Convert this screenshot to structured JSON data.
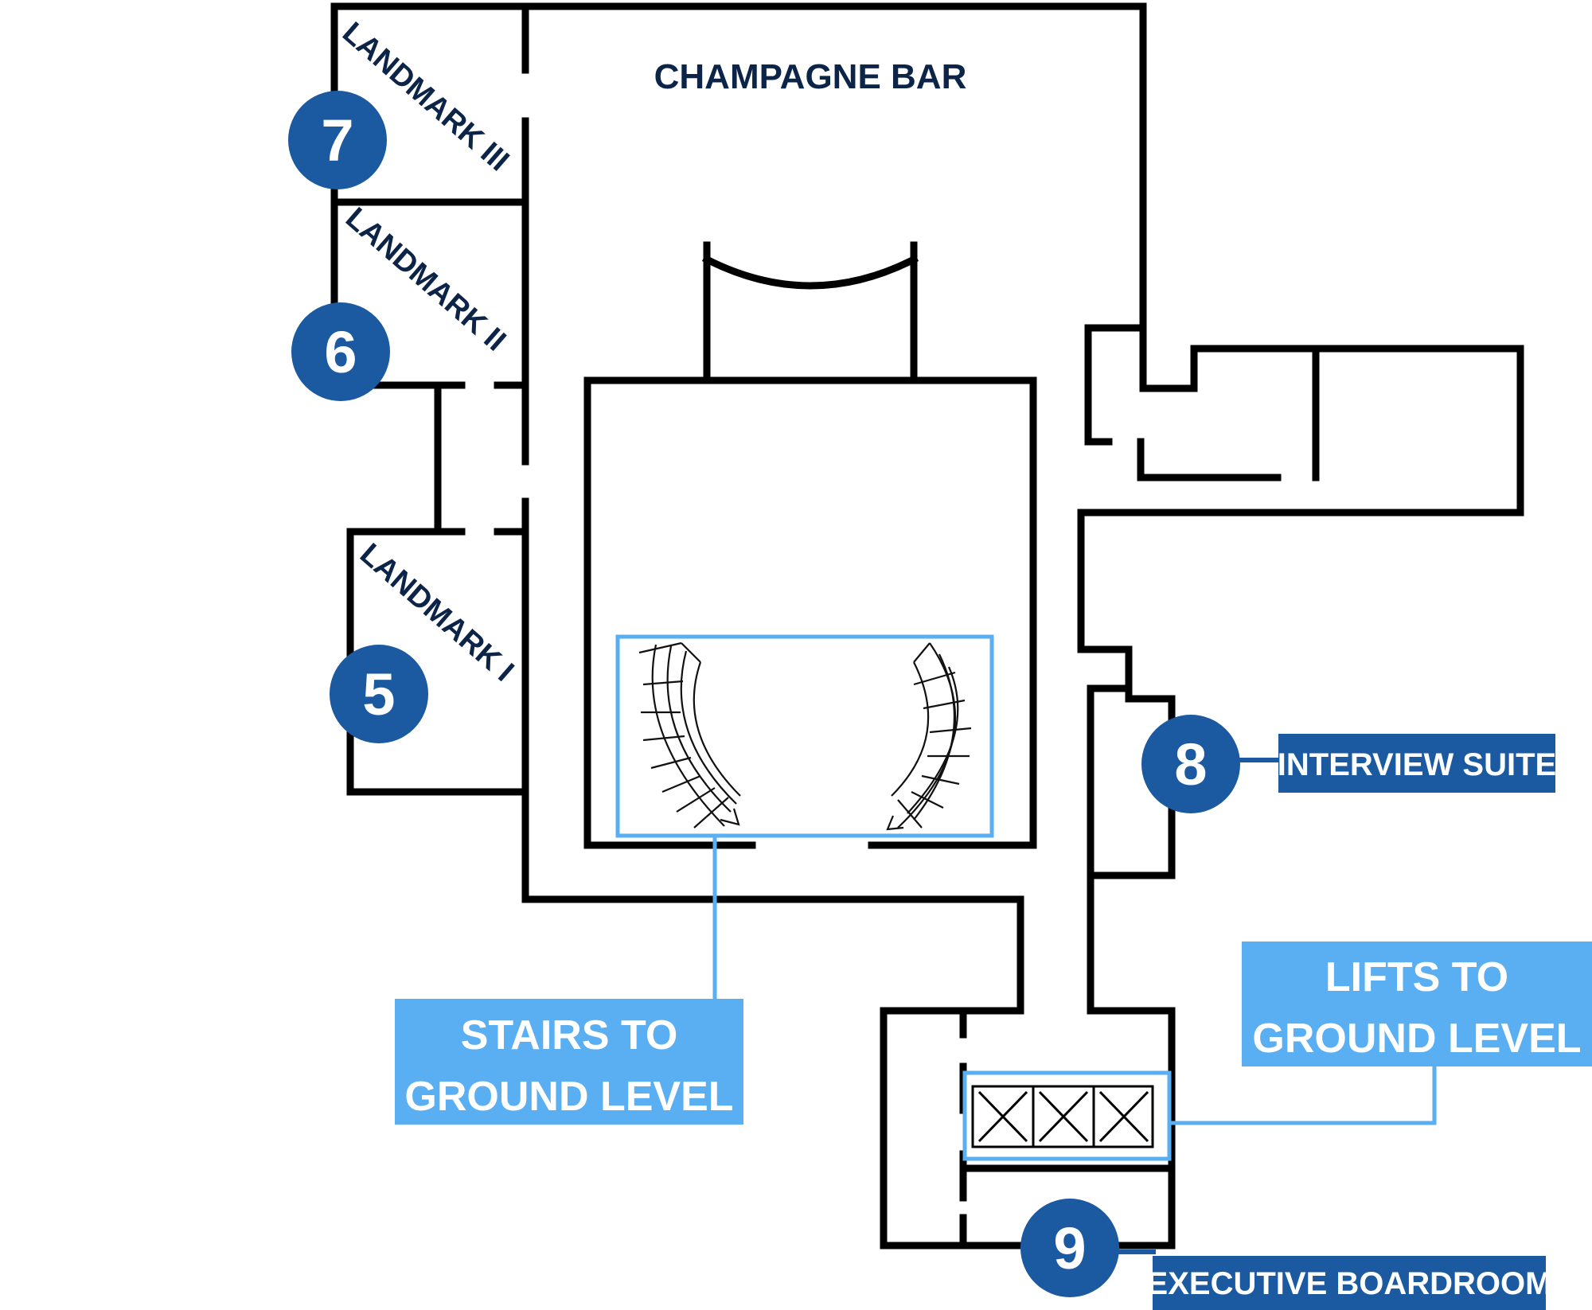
{
  "colors": {
    "wall": "#000000",
    "room_label": "#0c2447",
    "badge": "#1b5aa0",
    "callout_dark": "#1b5aa0",
    "callout_light": "#5aaef2",
    "callout_text": "#ffffff"
  },
  "rooms": {
    "champagne_bar": "CHAMPAGNE BAR",
    "landmark_3": "LANDMARK III",
    "landmark_2": "LANDMARK II",
    "landmark_1": "LANDMARK I"
  },
  "badges": {
    "landmark_3": "7",
    "landmark_2": "6",
    "landmark_1": "5",
    "interview_suite": "8",
    "executive_boardroom": "9"
  },
  "callouts": {
    "interview_suite": "INTERVIEW SUITE",
    "executive_boardroom": "EXECUTIVE BOARDROOM",
    "stairs_line1": "STAIRS TO",
    "stairs_line2": "GROUND LEVEL",
    "lifts_line1": "LIFTS TO",
    "lifts_line2": "GROUND LEVEL"
  }
}
